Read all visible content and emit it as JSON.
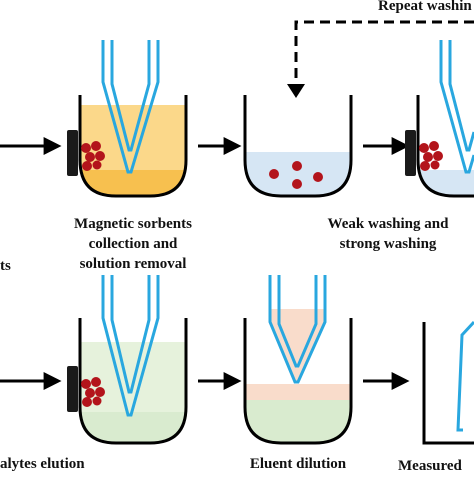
{
  "labels": {
    "repeat_washing": "Repeat washin",
    "partial_left_top": "ts",
    "step1_line1": "Magnetic sorbents",
    "step1_line2": "collection and",
    "step1_line3": "solution removal",
    "step2_line1": "Weak washing and",
    "step2_line2": "strong washing",
    "partial_left_bottom": "alytes elution",
    "eluent_dilution": "Eluent dilution",
    "measured": "Measured"
  },
  "colors": {
    "sorbent": "#b3141b",
    "magnet": "#1a1a1a",
    "orange_solution": "#f7c04f",
    "orange_solution_light": "#fbd88a",
    "blue_solution": "#d6e6f4",
    "green_solution": "#d9ebcf",
    "green_solution_light": "#e6f2dc",
    "peach_solution": "#f9dccb",
    "pipette_stroke": "#29a7df",
    "outline": "#000000"
  }
}
